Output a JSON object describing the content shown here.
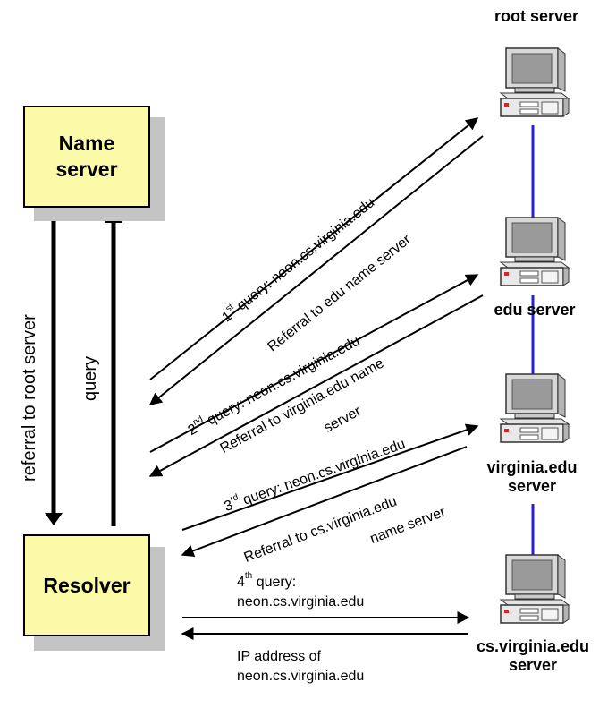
{
  "name_server": {
    "line1": "Name",
    "line2": "server"
  },
  "resolver": {
    "label": "Resolver"
  },
  "servers": {
    "root": "root server",
    "edu": "edu server",
    "virginia_line1": "virginia.edu",
    "virginia_line2": "server",
    "cs_line1": "cs.virginia.edu",
    "cs_line2": "server"
  },
  "vertical_labels": {
    "referral": "referral to root server",
    "query": "query"
  },
  "messages": {
    "q1": {
      "ordinal": "1",
      "suffix": "st",
      "text": " query: neon.cs.virginia.edu"
    },
    "r1": "Referral to edu name server",
    "q2": {
      "ordinal": "2",
      "suffix": "nd",
      "text": " query: neon.cs.virginia.edu"
    },
    "r2_line1": "Referral to virginia.edu name",
    "r2_line2": "server",
    "q3": {
      "ordinal": "3",
      "suffix": "rd",
      "text": " query: neon.cs.virginia.edu"
    },
    "r3_line1": "Referral to cs.virginia.edu",
    "r3_line2": "name server",
    "q4": {
      "ordinal": "4",
      "suffix": "th",
      "line1": " query:",
      "line2": "neon.cs.virginia.edu"
    },
    "r4_line1": "IP address of",
    "r4_line2": "neon.cs.virginia.edu"
  },
  "colors": {
    "box_fill": "#fafaa8",
    "shadow": "#c4c4c4",
    "server_link": "#2a22c8",
    "arrow": "#000000"
  }
}
